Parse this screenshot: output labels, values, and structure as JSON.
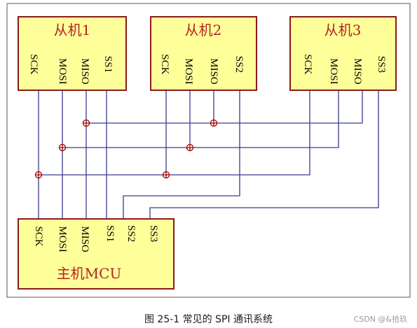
{
  "slaves": [
    {
      "title": "从机1",
      "pins": [
        "SCK",
        "MOSI",
        "MISO",
        "SS1"
      ]
    },
    {
      "title": "从机2",
      "pins": [
        "SCK",
        "MOSI",
        "MISO",
        "SS2"
      ]
    },
    {
      "title": "从机3",
      "pins": [
        "SCK",
        "MOSI",
        "MISO",
        "SS3"
      ]
    }
  ],
  "master": {
    "title": "主机MCU",
    "pins": [
      "SCK",
      "MOSI",
      "MISO",
      "SS1",
      "SS2",
      "SS3"
    ]
  },
  "caption": "图 25-1 常见的 SPI 通讯系统",
  "watermark": "CSDN @&拾玖",
  "colors": {
    "box_fill": "#ffff99",
    "box_border": "#8b1a1a",
    "title": "#b22222",
    "wire": "#3b3b8f",
    "junction": "#a00000"
  }
}
